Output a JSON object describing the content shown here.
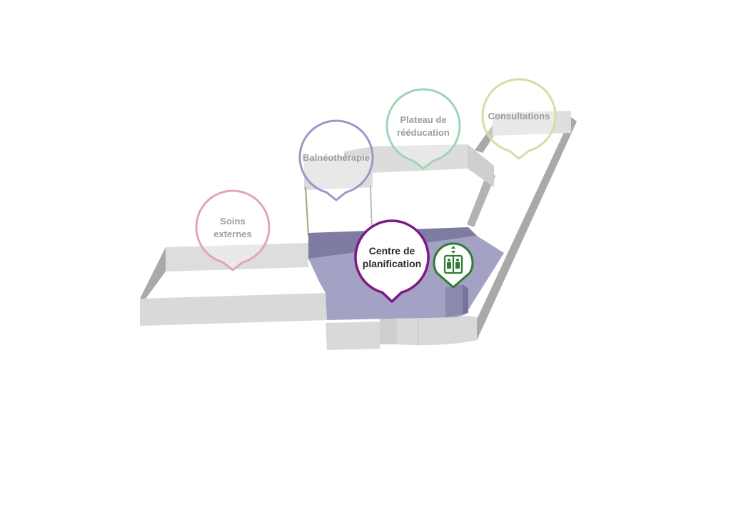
{
  "map": {
    "markers": [
      {
        "key": "soins",
        "lines": [
          "Soins",
          "externes"
        ],
        "color": "#e3a6ae",
        "active": false
      },
      {
        "key": "balneo",
        "lines": [
          "Balnéothérapie"
        ],
        "color": "#a592c9",
        "active": false
      },
      {
        "key": "plateau",
        "lines": [
          "Plateau de",
          "rééducation"
        ],
        "color": "#9ed6b3",
        "active": false
      },
      {
        "key": "consult",
        "lines": [
          "Consultations"
        ],
        "color": "#dcd9a6",
        "active": false
      },
      {
        "key": "centre",
        "lines": [
          "Centre de",
          "planification"
        ],
        "color": "#7b1a82",
        "active": true
      }
    ],
    "elevator": {
      "icon": "elevator-icon",
      "color": "#2e7d32"
    },
    "colors": {
      "wall_front": "#d9d9d9",
      "wall_side": "#a9a9a9",
      "highlight_floor": "#a4a2c4",
      "highlight_back": "#7f7ca3"
    }
  }
}
